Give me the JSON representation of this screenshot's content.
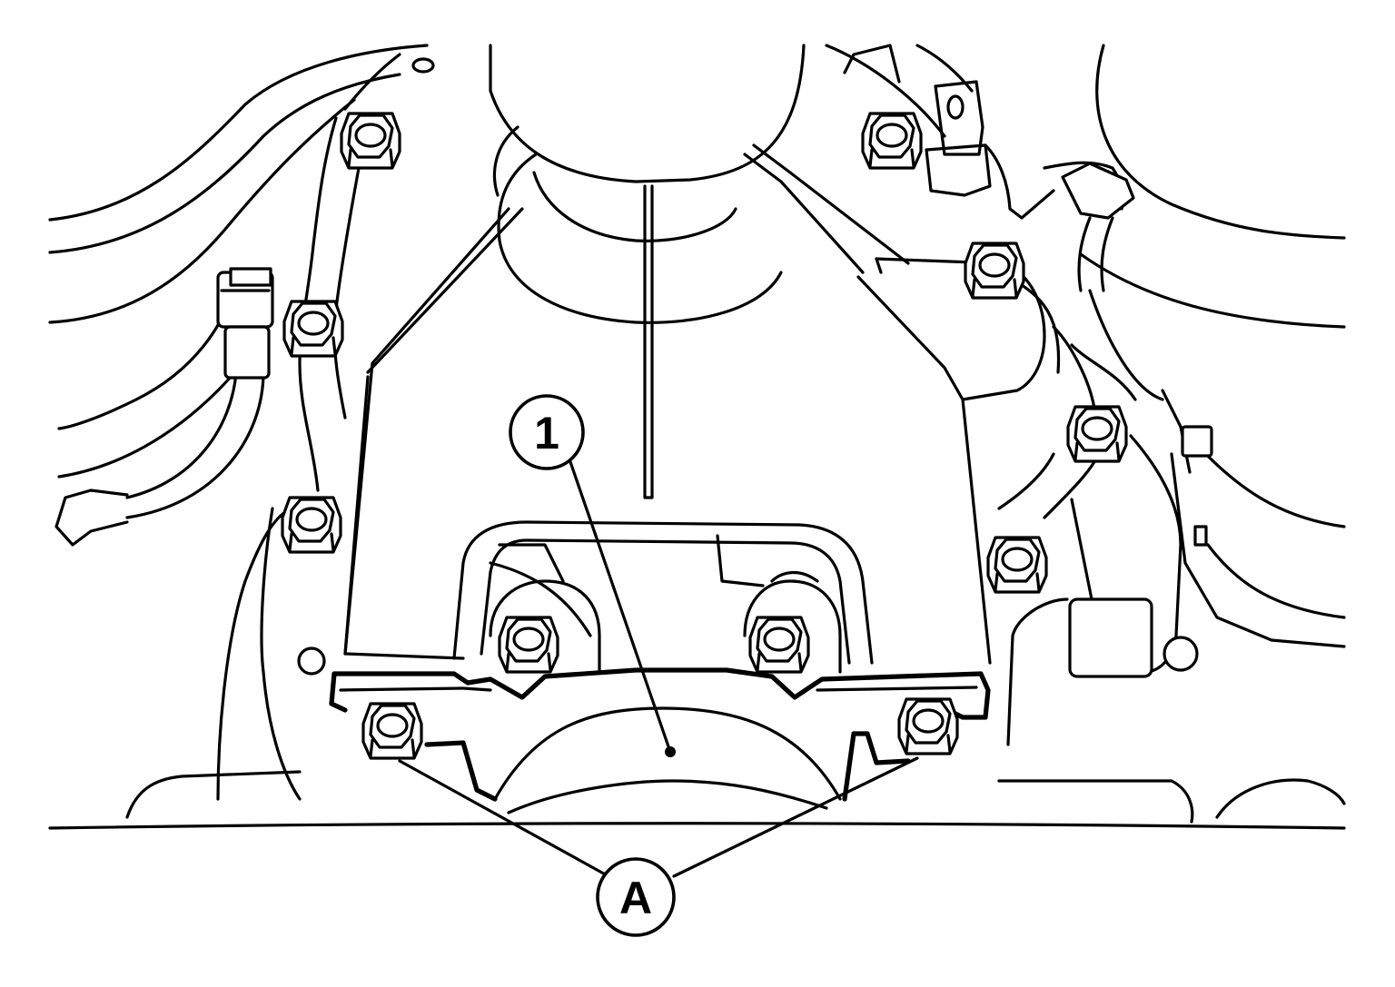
{
  "diagram": {
    "callouts": [
      {
        "id": "part-1",
        "label": "1"
      },
      {
        "id": "fastener-a",
        "label": "A"
      }
    ]
  },
  "colors": {
    "line": "#000000",
    "background": "#ffffff"
  }
}
